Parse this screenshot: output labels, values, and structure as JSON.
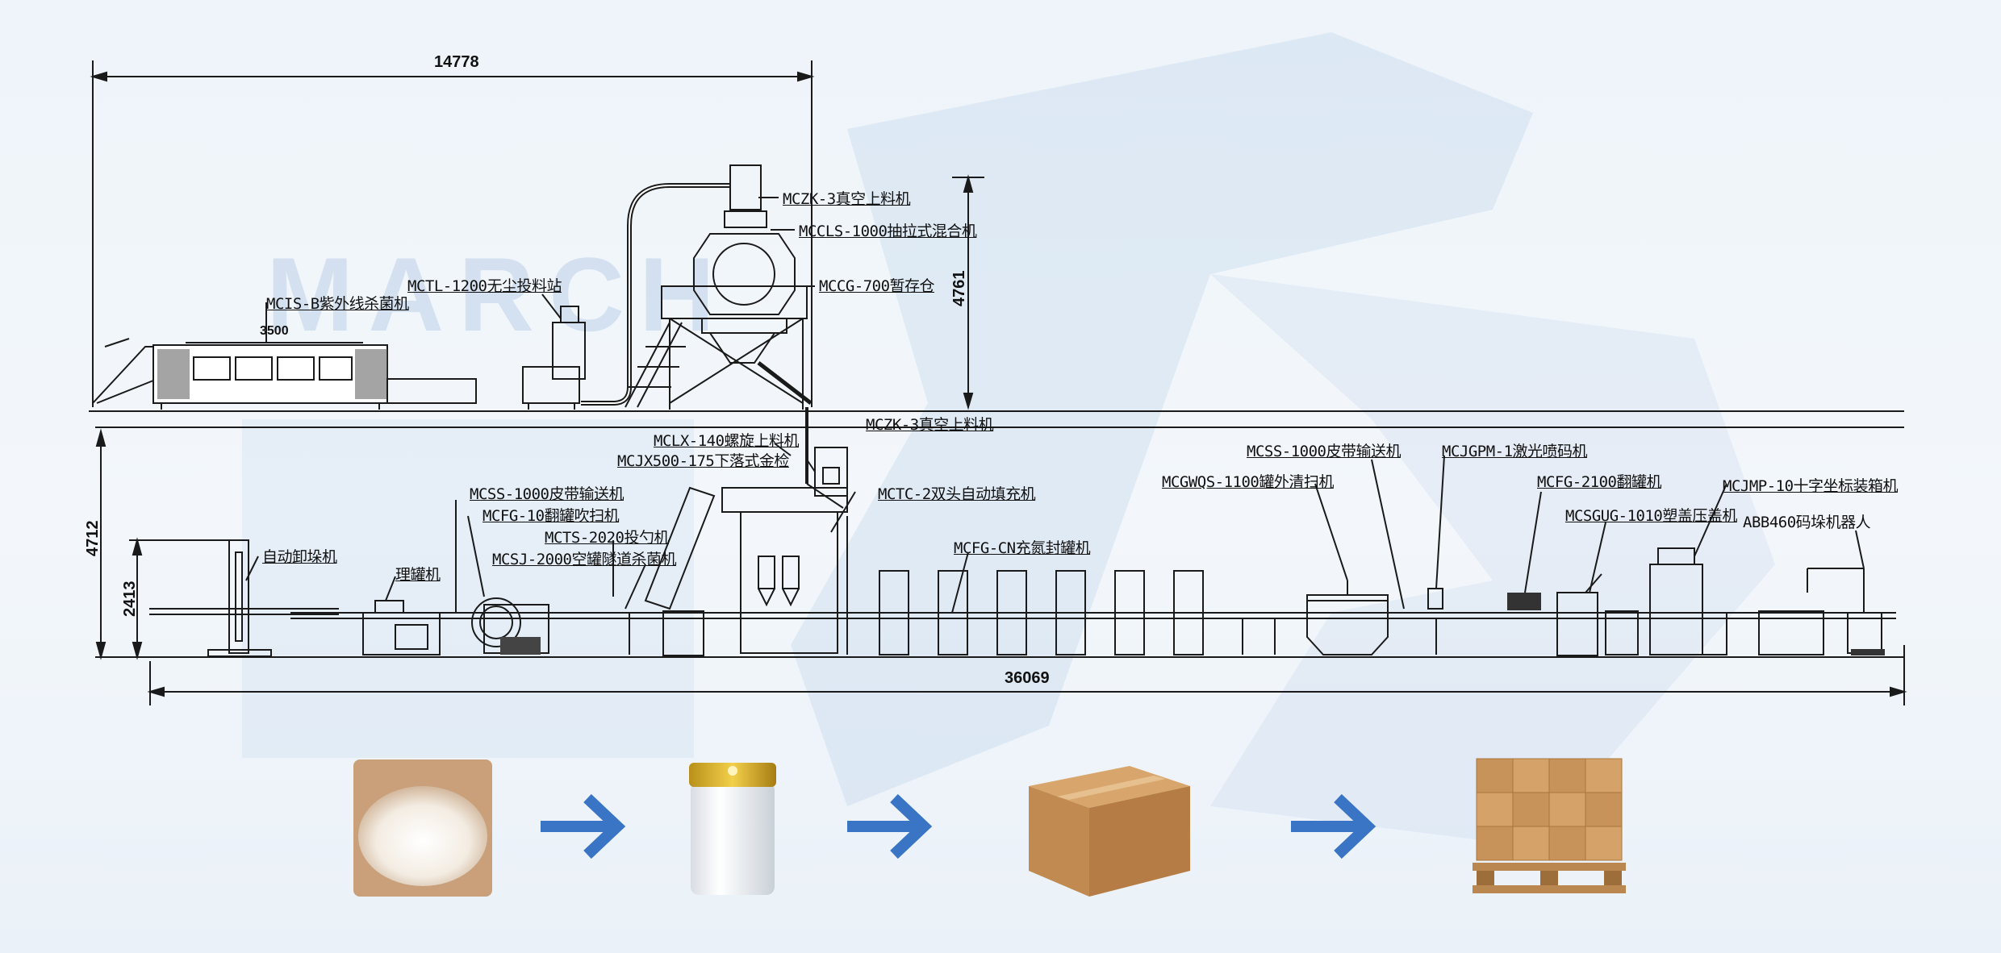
{
  "watermark": {
    "text": "MARCH"
  },
  "dimensions": {
    "upper_length": "14778",
    "upper_height": "4761",
    "lower_height": "4712",
    "lower_mid_height": "2413",
    "total_length": "36069",
    "sterilizer_length": "3500"
  },
  "upper_labels": [
    "MCZK-3真空上料机",
    "MCCLS-1000抽拉式混合机",
    "MCCG-700暂存仓",
    "MCTL-1200无尘投料站",
    "MCIS-B紫外线杀菌机"
  ],
  "lower_labels": [
    "MCZK-3真空上料机",
    "MCLX-140螺旋上料机",
    "MCJX500-175下落式金检",
    "MCTC-2双头自动填充机",
    "MCSS-1000皮带输送机",
    "MCFG-10翻罐吹扫机",
    "MCTS-2020投勺机",
    "MCSJ-2000空罐隧道杀菌机",
    "自动卸垛机",
    "理罐机",
    "MCFG-CN充氮封罐机",
    "MCSS-1000皮带输送机",
    "MCGWQS-1100罐外清扫机",
    "MCJGPM-1激光喷码机",
    "MCFG-2100翻罐机",
    "MCSGUG-1010塑盖压盖机",
    "MCJMP-10十字坐标装箱机",
    "ABB460码垛机器人"
  ],
  "colors": {
    "arrow": "#3a74c4",
    "line": "#1a1a1a",
    "watermark": "#7aa3d4",
    "box": "#c8935a"
  },
  "icons": [
    "powder-icon",
    "can-icon",
    "carton-icon",
    "pallet-icon",
    "arrow-right-icon"
  ]
}
